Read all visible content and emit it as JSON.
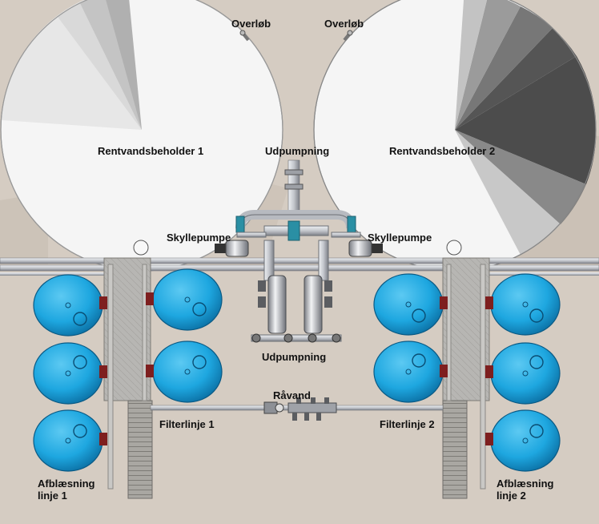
{
  "labels": {
    "overflow_1": "Overløb",
    "overflow_2": "Overløb",
    "tank_1": "Rentvandsbeholder 1",
    "tank_2": "Rentvandsbeholder 2",
    "outlet_top": "Udpumpning",
    "flush_pump_1": "Skyllepumpe",
    "flush_pump_2": "Skyllepumpe",
    "outlet_bottom": "Udpumpning",
    "raw_water": "Råvand",
    "filter_line_1": "Filterlinje 1",
    "filter_line_2": "Filterlinje 2",
    "blowoff_1": "Afblæsning\nlinje 1",
    "blowoff_2": "Afblæsning\nlinje 2"
  },
  "colors": {
    "background": "#d9d0c6",
    "tank_light": "#f6f6f6",
    "tank_dark": "#2a2a2a",
    "filter_blue": "#1ea7e0",
    "filter_blue_dark": "#0b6fa3",
    "pipe": "#c9cbd0",
    "pipe_edge": "#6c6f75",
    "valve_teal": "#2a8fa4",
    "walkway": "#a9a7a2"
  }
}
